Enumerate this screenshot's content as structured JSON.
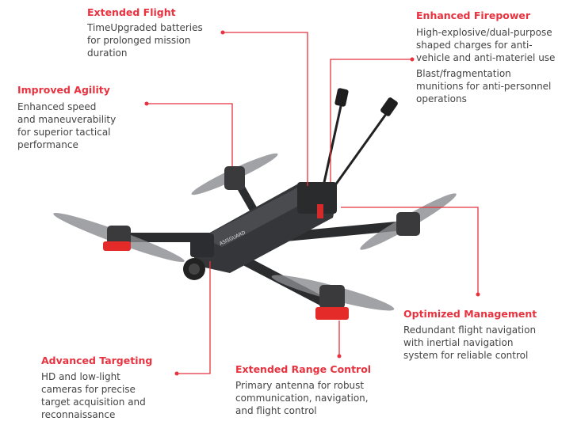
{
  "colors": {
    "accent": "#e8323f",
    "text": "#444444",
    "drone_body": "#2e2f31",
    "drone_accent": "#e52a2a"
  },
  "drone": {
    "brand_label": "ASISGUARD"
  },
  "callouts": {
    "extended_flight": {
      "title": "Extended Flight",
      "lines": [
        "TimeUpgraded batteries",
        "for prolonged mission",
        "duration"
      ]
    },
    "enhanced_firepower": {
      "title": "Enhanced Firepower",
      "lines": [
        "High-explosive/dual-purpose",
        "shaped charges for anti-",
        "vehicle and anti-materiel use"
      ],
      "lines2": [
        "Blast/fragmentation",
        "munitions for anti-personnel",
        "operations"
      ]
    },
    "improved_agility": {
      "title": "Improved Agility",
      "lines": [
        "Enhanced speed",
        "and maneuverability",
        "for superior tactical",
        "performance"
      ]
    },
    "optimized_management": {
      "title": "Optimized Management",
      "lines": [
        "Redundant flight navigation",
        "with inertial navigation",
        "system for reliable control"
      ]
    },
    "advanced_targeting": {
      "title": "Advanced Targeting",
      "lines": [
        "HD and low-light",
        "cameras for precise",
        "target acquisition and",
        "reconnaissance"
      ]
    },
    "extended_range_control": {
      "title": "Extended Range Control",
      "lines": [
        "Primary antenna for robust",
        "communication, navigation,",
        "and flight control"
      ]
    }
  }
}
